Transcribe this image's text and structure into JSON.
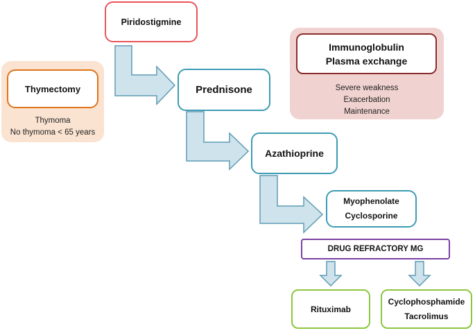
{
  "diagram": {
    "nodes": {
      "piridostigmine": {
        "lines": [
          "Piridostigmine"
        ]
      },
      "prednisone": {
        "lines": [
          "Prednisone"
        ]
      },
      "azathioprine": {
        "lines": [
          "Azathioprine"
        ]
      },
      "myophenolate": {
        "lines": [
          "Myophenolate",
          "Cyclosporine"
        ]
      },
      "thymectomy": {
        "lines": [
          "Thymectomy"
        ]
      },
      "immunoglobulin": {
        "lines": [
          "Immunoglobulin",
          "Plasma exchange"
        ]
      },
      "drug_refractory": {
        "lines": [
          "DRUG REFRACTORY MG"
        ]
      },
      "rituximab": {
        "lines": [
          "Rituximab"
        ]
      },
      "cyclophosphamide": {
        "lines": [
          "Cyclophosphamide",
          "Tacrolimus"
        ]
      }
    },
    "thymectomy_notes": [
      "Thymoma",
      "No thymoma < 65 years"
    ],
    "immunoglobulin_notes": [
      "Severe weakness",
      "Exacerbation",
      "Maintenance"
    ]
  },
  "colors": {
    "piridostigmine_border": "#e8545a",
    "flow_border": "#3c9bb3",
    "thymectomy_border": "#e0731a",
    "thymectomy_panel": "#fbe3d1",
    "immunoglobulin_border": "#8c2b2b",
    "immunoglobulin_panel": "#f0d3d0",
    "refractory_border": "#7a3fa3",
    "green_border": "#8cc63f",
    "arrow_fill": "#cfe3ec",
    "arrow_stroke": "#5e9bb3"
  }
}
